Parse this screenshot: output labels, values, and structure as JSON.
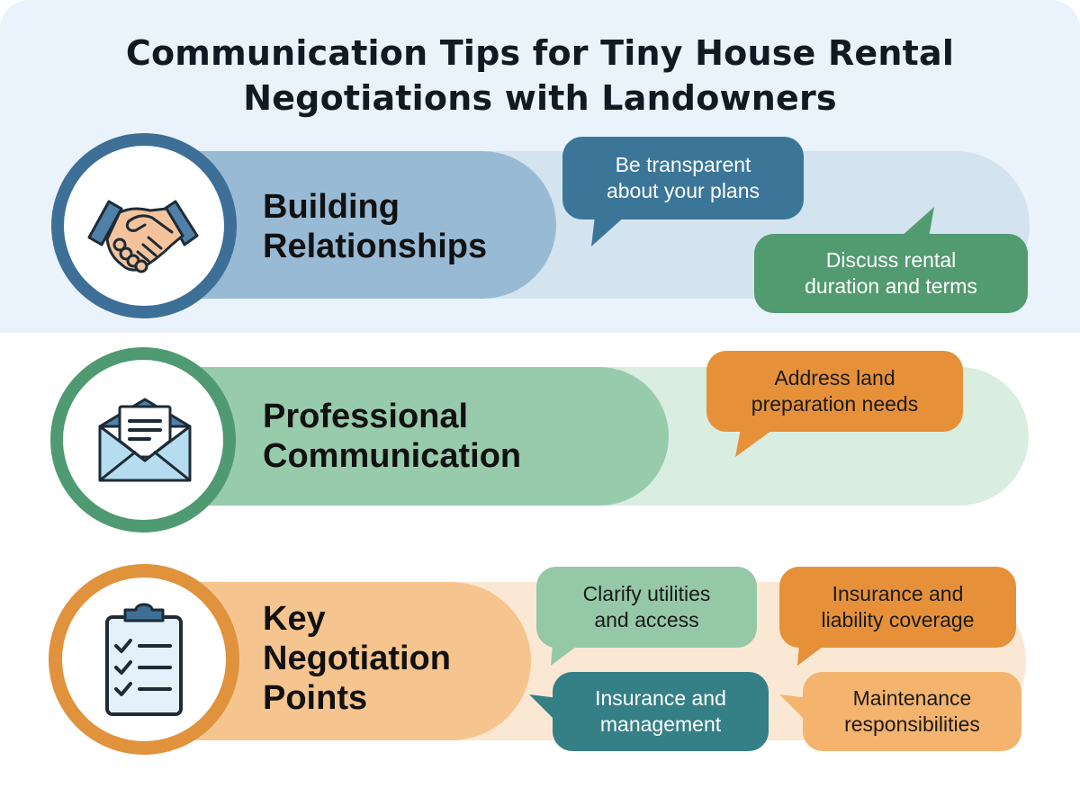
{
  "title": {
    "line1": "Communication Tips for Tiny House Rental",
    "line2": "Negotiations with Landowners"
  },
  "colors": {
    "top_panel_bg": "#eaf3fb",
    "blue_ring": "#3e6f96",
    "blue_band": "#98bad5",
    "blue_band_light": "#d3e4ef",
    "green_ring": "#4f9a72",
    "green_band": "#98cbac",
    "green_band_light": "#d9ede1",
    "orange_ring": "#e0923c",
    "orange_band": "#f6c58f",
    "orange_band_light": "#fbe8d4"
  },
  "sections": [
    {
      "id": "building-relationships",
      "icon": "handshake-icon",
      "heading": [
        "Building",
        "Relationships"
      ],
      "bubbles": [
        {
          "lines": [
            "Be transparent",
            "about your plans"
          ],
          "color": "#3b7699",
          "text_color": "#ffffff"
        },
        {
          "lines": [
            "Discuss rental",
            "duration and terms"
          ],
          "color": "#529a70",
          "text_color": "#ffffff"
        }
      ]
    },
    {
      "id": "professional-communication",
      "icon": "envelope-icon",
      "heading": [
        "Professional",
        "Communication"
      ],
      "bubbles": [
        {
          "lines": [
            "Address land",
            "preparation needs"
          ],
          "color": "#e6913a",
          "text_color": "#1a1a1a"
        }
      ]
    },
    {
      "id": "key-negotiation-points",
      "icon": "clipboard-checklist-icon",
      "heading": [
        "Key",
        "Negotiation",
        "Points"
      ],
      "bubbles": [
        {
          "lines": [
            "Clarify utilities",
            "and access"
          ],
          "color": "#95c8a7",
          "text_color": "#1a1a1a"
        },
        {
          "lines": [
            "Insurance and",
            "liability coverage"
          ],
          "color": "#e6913a",
          "text_color": "#1a1a1a"
        },
        {
          "lines": [
            "Insurance and",
            "management"
          ],
          "color": "#357f86",
          "text_color": "#ffffff"
        },
        {
          "lines": [
            "Maintenance",
            "responsibilities"
          ],
          "color": "#f4b46e",
          "text_color": "#1a1a1a"
        }
      ]
    }
  ]
}
